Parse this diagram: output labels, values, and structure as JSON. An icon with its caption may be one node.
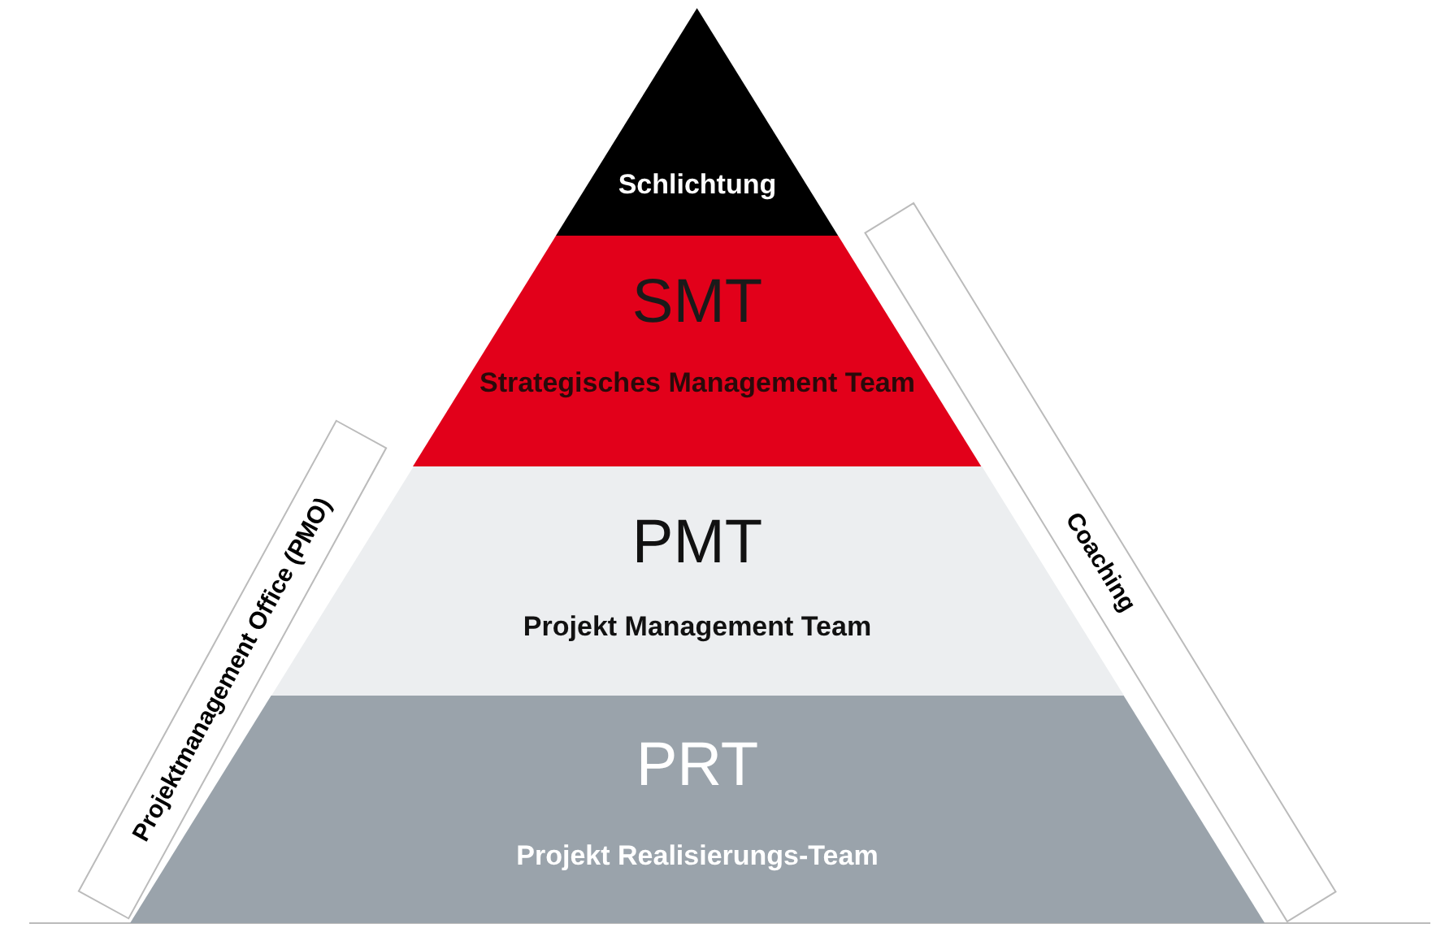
{
  "diagram": {
    "nodes": [
      {
        "text": [
          "Schlichtung"
        ]
      },
      {
        "text": [
          "SMT",
          "Strategisches Management Team"
        ]
      },
      {
        "text": [
          "PMT",
          "Projekt Management Team"
        ]
      },
      {
        "text": [
          "PRT",
          "Projekt Realisierungs-Team"
        ]
      },
      {
        "text": [
          "Projektmanagement Office (PMO)"
        ]
      },
      {
        "text": [
          "Coaching"
        ]
      }
    ]
  }
}
